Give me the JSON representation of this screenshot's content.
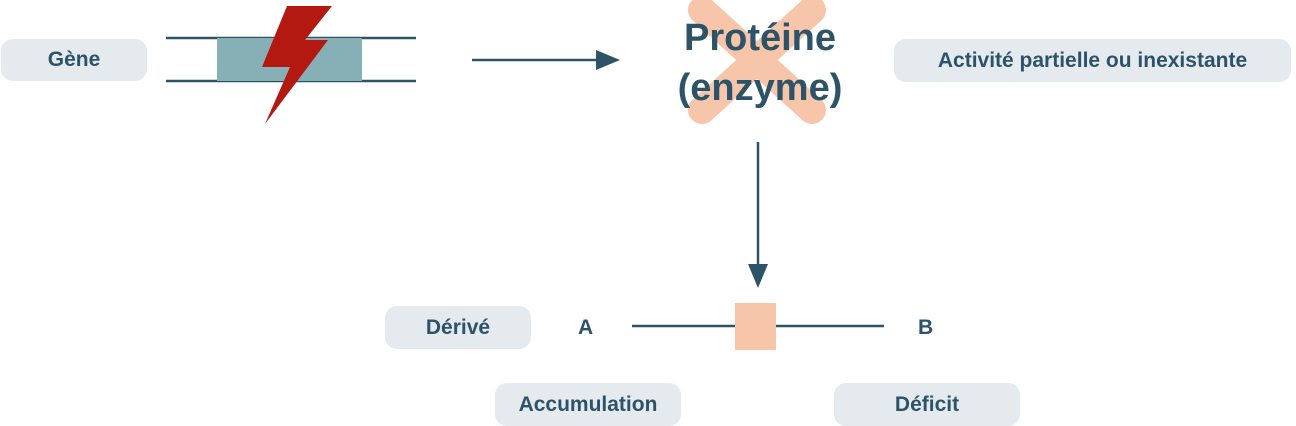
{
  "labels": {
    "gene": "Gène",
    "protein_line1": "Protéine",
    "protein_line2": "(enzyme)",
    "activity": "Activité partielle ou inexistante",
    "derived": "Dérivé",
    "a": "A",
    "b": "B",
    "accumulation": "Accumulation",
    "deficit": "Déficit"
  },
  "colors": {
    "text": "#2d5369",
    "pill_bg": "#e4eaee",
    "gene_block": "#86b0b5",
    "lightning": "#b31811",
    "cross": "#f7c6aa",
    "enzyme_square": "#f7c6aa",
    "arrow": "#2d5369"
  },
  "icons": {
    "mutation": "lightning-bolt-icon",
    "inactive": "cross-icon"
  }
}
